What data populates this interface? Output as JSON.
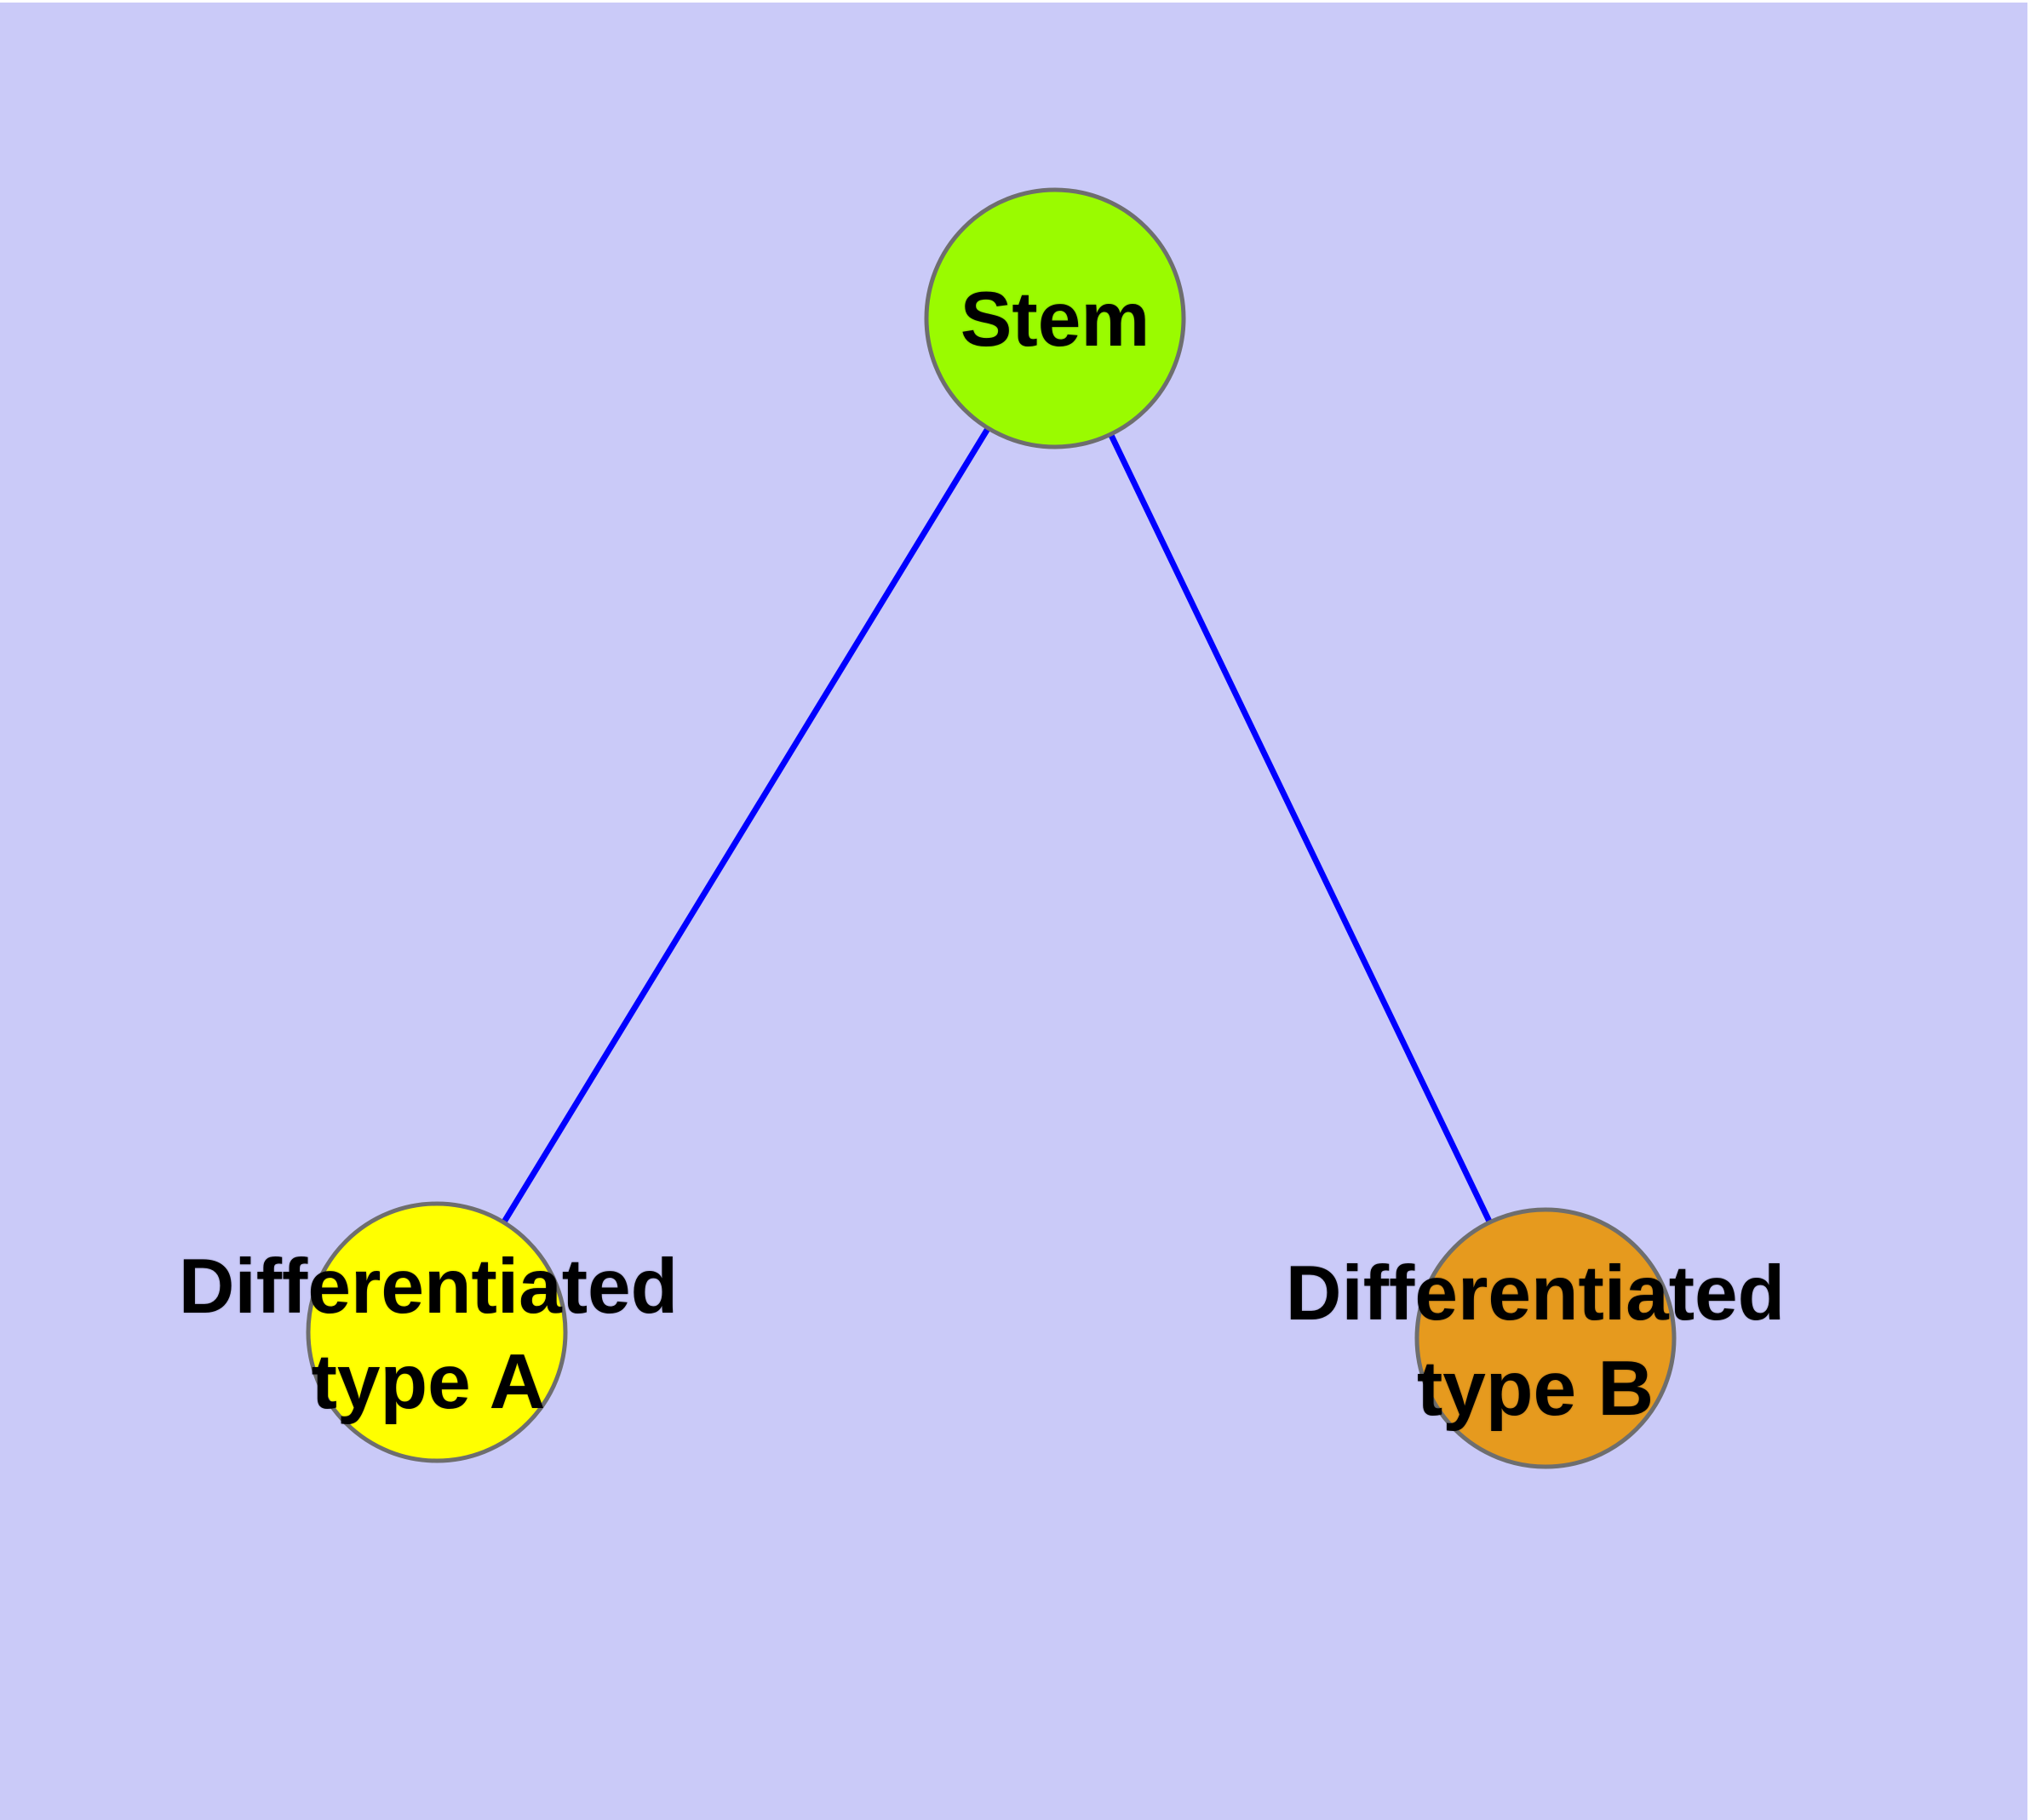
{
  "diagram": {
    "type": "graph",
    "background_color": "#CACAF8",
    "margin_color": "#FFFFFF",
    "edge_color": "#0000FF",
    "node_border_color": "#6E6E6E",
    "label_color": "#000000",
    "nodes": [
      {
        "id": "stem",
        "lines": [
          "Stem"
        ],
        "fill_color": "#9AFB00"
      },
      {
        "id": "differentiated-type-a",
        "lines": [
          "Differentiated",
          "type A"
        ],
        "fill_color": "#FFFF00"
      },
      {
        "id": "differentiated-type-b",
        "lines": [
          "Differentiated",
          "type B"
        ],
        "fill_color": "#E69A1E"
      }
    ],
    "edges": [
      {
        "from": "Stem",
        "to": "Differentiated type A"
      },
      {
        "from": "Stem",
        "to": "Differentiated type B"
      }
    ]
  }
}
